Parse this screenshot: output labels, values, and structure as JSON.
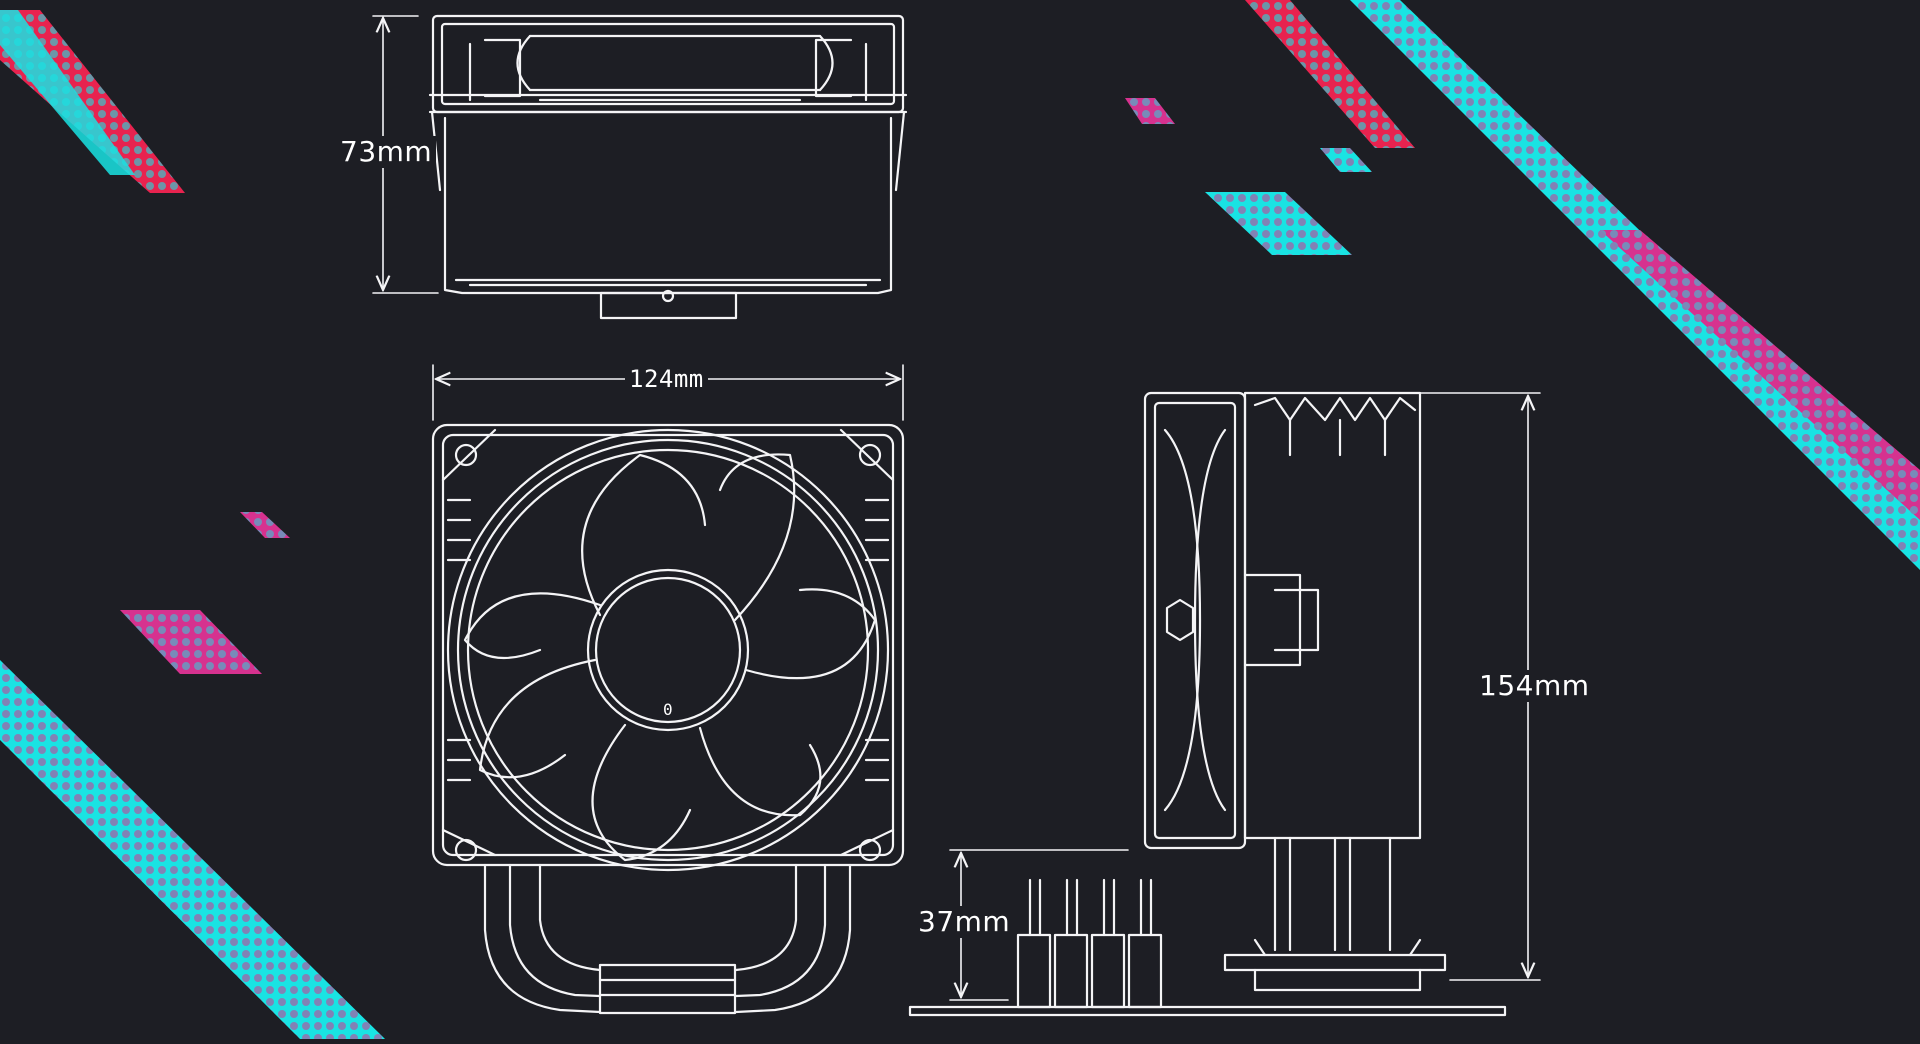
{
  "colors": {
    "background": "#1d1e24",
    "line_art": "#f4f4f6",
    "accent_cyan": "#19e3e3",
    "accent_magenta": "#d6328f",
    "accent_red": "#e8234f"
  },
  "dimensions": {
    "fan_height": "73mm",
    "cooler_width": "124mm",
    "cooler_height": "154mm",
    "ram_clearance": "37mm"
  },
  "fan_hub_mark": "0"
}
